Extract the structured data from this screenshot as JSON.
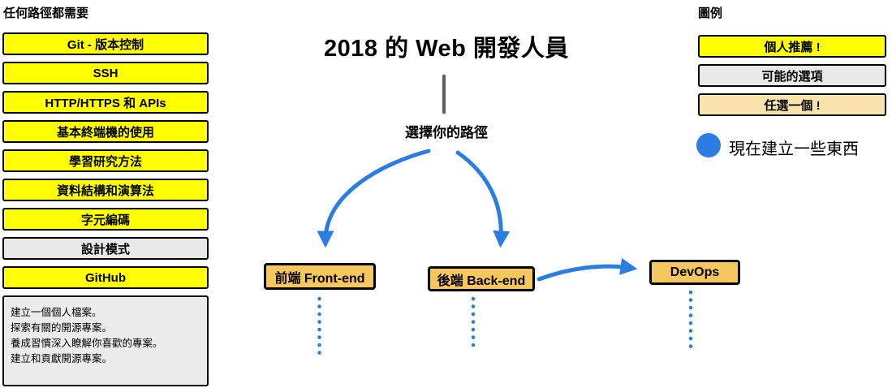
{
  "colors": {
    "recommended_yellow": "#ffff00",
    "possible_gray": "#e9e9e9",
    "pick_one_tan": "#fbe3ac",
    "node_orange": "#f6c75f",
    "arrow_blue": "#2d7ce1"
  },
  "left_column": {
    "header": "任何路徑都需要",
    "items": [
      {
        "label": "Git - 版本控制"
      },
      {
        "label": "SSH"
      },
      {
        "label": "HTTP/HTTPS 和 APIs"
      },
      {
        "label": "基本終端機的使用"
      },
      {
        "label": "學習研究方法"
      },
      {
        "label": "資料結構和演算法"
      },
      {
        "label": "字元編碼"
      },
      {
        "label": "設計模式"
      },
      {
        "label": "GitHub"
      }
    ],
    "github_notes": [
      "建立一個個人檔案。",
      "探索有關的開源專案。",
      "養成習慣深入瞭解你喜歡的專案。",
      "建立和貢獻開源專案。"
    ]
  },
  "center": {
    "title": "2018 的 Web 開發人員",
    "subtitle": "選擇你的路徑",
    "nodes": [
      {
        "label": "前端 Front-end"
      },
      {
        "label": "後端 Back-end"
      },
      {
        "label": "DevOps"
      }
    ]
  },
  "legend": {
    "header": "圖例",
    "items": [
      {
        "label": "個人推薦 !"
      },
      {
        "label": "可能的選項"
      },
      {
        "label": "任選一個 !"
      }
    ],
    "build_note": "現在建立一些東西"
  }
}
